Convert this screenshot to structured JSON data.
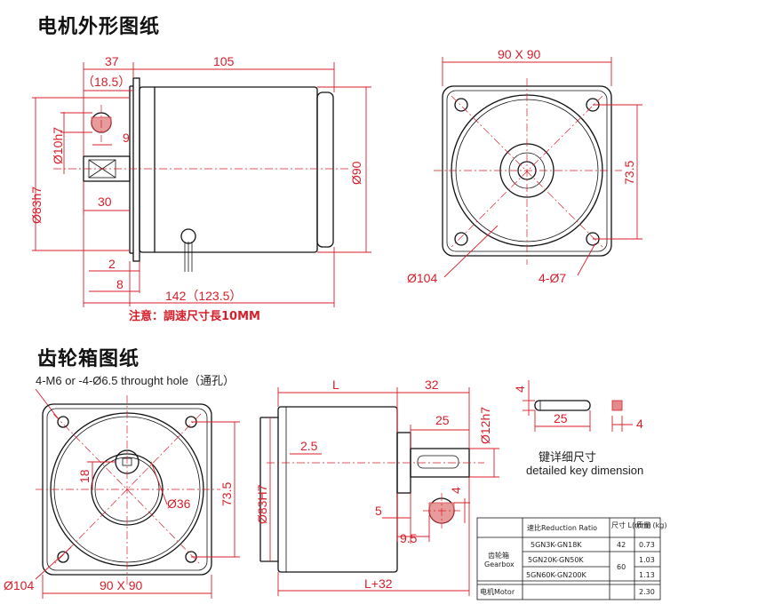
{
  "headings": {
    "motor_outline": "电机外形图纸",
    "gearbox": "齿轮箱图纸"
  },
  "motor_side": {
    "d37": "37",
    "d105": "105",
    "d18_5": "（18.5）",
    "d10h7": "Ø10h7",
    "d9": "9",
    "d83h7": "Ø83h7",
    "d30": "30",
    "d90": "Ø90",
    "d2": "2",
    "d8": "8",
    "d142": "142（123.5）",
    "note": "注意：調速尺寸長10MM"
  },
  "motor_front": {
    "d90x90": "90 X 90",
    "d73_5": "73.5",
    "d104": "Ø104",
    "d4x7": "4-Ø7"
  },
  "gear_front": {
    "hole_note": "4-M6 or -4-Ø6.5 throught hole（通孔）",
    "d18": "18",
    "d36": "Ø36",
    "d73_5": "73.5",
    "d104": "Ø104",
    "d90x90": "90 X 90"
  },
  "gear_side": {
    "dL": "L",
    "d32": "32",
    "d25": "25",
    "d12h7": "Ø12h7",
    "d2_5": "2.5",
    "d83H7": "Ø83H7",
    "d4": "4",
    "d5": "5",
    "d9_5": "9.5",
    "dL32": "L+32"
  },
  "key_detail": {
    "d4_top": "4",
    "d25": "25",
    "d4_right": "4",
    "label_cn": "键详细尺寸",
    "label_en": "detailed key dimension"
  },
  "spec_table": {
    "header": [
      "",
      "速比Reduction Ratio",
      "尺寸 L(mm)",
      "质量 (kg)"
    ],
    "group_label_cn": "齿轮箱",
    "group_label_en": "Gearbox",
    "rows": [
      {
        "ratio": "5GN3K-GN18K",
        "size": "42",
        "mass": "0.73"
      },
      {
        "ratio": "5GN20K-GN50K",
        "size": "60",
        "mass": "1.03"
      },
      {
        "ratio": "5GN60K-GN200K",
        "size": "",
        "mass": "1.13"
      }
    ],
    "motor_label": "电机Motor",
    "motor_mass": "2.30"
  },
  "colors": {
    "dimension": "#d81e2a",
    "outline": "#111111"
  }
}
